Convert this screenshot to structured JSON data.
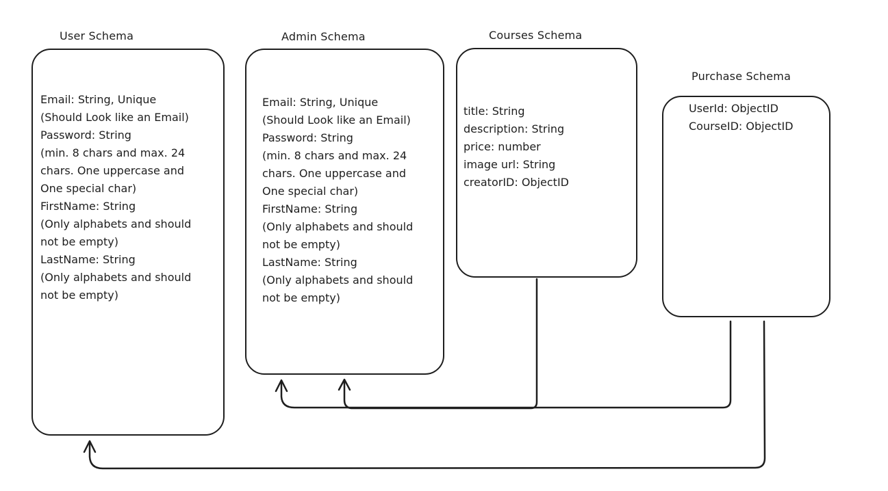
{
  "schemas": {
    "user": {
      "title": "User Schema",
      "lines": [
        " Email: String, Unique",
        "(Should Look like an Email)",
        " Password: String",
        "(min. 8 chars and max. 24",
        "chars. One uppercase and",
        "One special char)",
        " FirstName: String",
        "(Only alphabets and should",
        "not be empty)",
        " LastName: String",
        "(Only alphabets and should",
        "not be empty)"
      ]
    },
    "admin": {
      "title": "Admin Schema",
      "lines": [
        " Email: String, Unique",
        "(Should Look like an Email)",
        " Password: String",
        "(min. 8 chars and max. 24",
        "chars. One uppercase and",
        "One special char)",
        " FirstName: String",
        "(Only alphabets and should",
        "not be empty)",
        " LastName: String",
        "(Only alphabets and should",
        "not be empty)"
      ]
    },
    "courses": {
      "title": "Courses Schema",
      "lines": [
        "title: String",
        "description: String",
        "price: number",
        "image url: String",
        "creatorID: ObjectID"
      ]
    },
    "purchase": {
      "title": "Purchase Schema",
      "lines": [
        "UserId: ObjectID",
        "CourseID: ObjectID"
      ]
    }
  },
  "connectors": [
    {
      "from": "courses",
      "to": "admin"
    },
    {
      "from": "purchase",
      "to": "admin"
    },
    {
      "from": "purchase",
      "to": "user"
    }
  ]
}
